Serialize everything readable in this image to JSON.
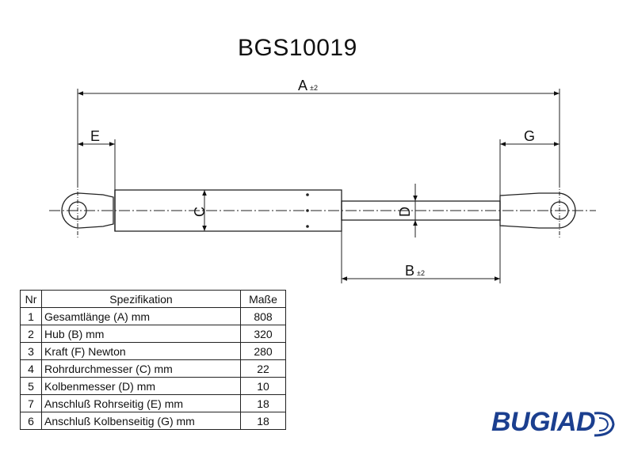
{
  "title": "BGS10019",
  "dimension_labels": {
    "a": "A",
    "a_tol": "±2",
    "b": "B",
    "b_tol": "±2",
    "c": "C",
    "d": "D",
    "e": "E",
    "g": "G"
  },
  "table": {
    "headers": [
      "Nr",
      "Spezifikation",
      "Maße"
    ],
    "rows": [
      {
        "nr": "1",
        "spec": "Gesamtlänge (A) mm",
        "value": "808"
      },
      {
        "nr": "2",
        "spec": "Hub (B)   mm",
        "value": "320"
      },
      {
        "nr": "3",
        "spec": "Kraft (F) Newton",
        "value": "280"
      },
      {
        "nr": "4",
        "spec": "Rohrdurchmesser (C) mm",
        "value": "22"
      },
      {
        "nr": "5",
        "spec": "Kolbenmesser (D) mm",
        "value": "10"
      },
      {
        "nr": "7",
        "spec": "Anschluß Rohrseitig (E) mm",
        "value": "18"
      },
      {
        "nr": "6",
        "spec": "Anschluß Kolbenseitig (G) mm",
        "value": "18"
      }
    ]
  },
  "brand": {
    "name": "BUGIAD",
    "color": "#1b3f8f"
  }
}
